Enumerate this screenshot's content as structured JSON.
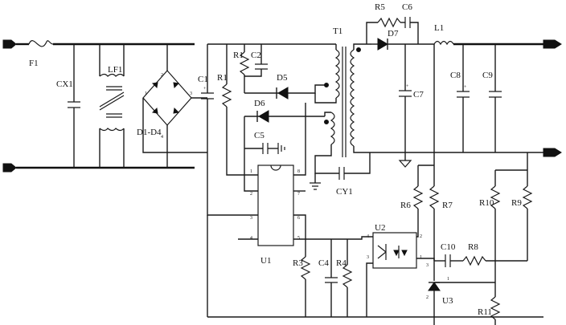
{
  "labels": {
    "F1": "F1",
    "CX1": "CX1",
    "LF1": "LF1",
    "D1D4": "D1-D4",
    "C1": "C1",
    "R1": "R1",
    "R1b": "R1",
    "C2": "C2",
    "D5": "D5",
    "D6": "D6",
    "C5": "C5",
    "T1": "T1",
    "R5": "R5",
    "C6": "C6",
    "D7": "D7",
    "L1": "L1",
    "C7": "C7",
    "C8": "C8",
    "C9": "C9",
    "CY1": "CY1",
    "U1": "U1",
    "R3": "R3",
    "C4": "C4",
    "R4": "R4",
    "R6": "R6",
    "R7": "R7",
    "U2": "U2",
    "C10": "C10",
    "R8": "R8",
    "R10": "R10",
    "R9": "R9",
    "U3": "U3",
    "R11": "R11"
  },
  "pins": {
    "u1_1": "1",
    "u1_2": "2",
    "u1_3": "3",
    "u1_4": "4",
    "u1_5": "5",
    "u1_6": "6",
    "u1_7": "7",
    "u1_8": "8",
    "u2_1": "1",
    "u2_2": "2",
    "u2_3": "3",
    "u2_4": "4",
    "u3_1": "1",
    "u3_2": "2",
    "u3_3": "3"
  }
}
